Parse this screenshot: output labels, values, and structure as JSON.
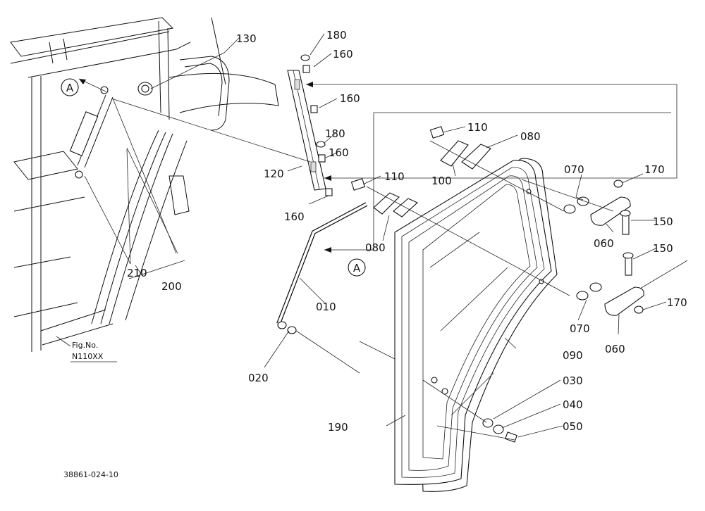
{
  "colors": {
    "ink": "#111111",
    "paper": "#ffffff"
  },
  "callouts": {
    "p130": "130",
    "p180a": "180",
    "p160a": "160",
    "p160b": "160",
    "p180b": "180",
    "p160c": "160",
    "p120": "120",
    "p160d": "160",
    "p110a": "110",
    "p080a": "080",
    "p100": "100",
    "p110b": "110",
    "p080b": "080",
    "p070a": "070",
    "p170a": "170",
    "p150a": "150",
    "p060a": "060",
    "p150b": "150",
    "p170b": "170",
    "p070b": "070",
    "p060b": "060",
    "p010": "010",
    "p020": "020",
    "p090": "090",
    "p030": "030",
    "p040": "040",
    "p050": "050",
    "p190": "190",
    "p210": "210",
    "p200": "200"
  },
  "markers": {
    "a1": "A",
    "a2": "A"
  },
  "fig_ref": {
    "line1": "Fig.No.",
    "line2": "N110XX"
  },
  "drawing_number": "38861-024-10"
}
